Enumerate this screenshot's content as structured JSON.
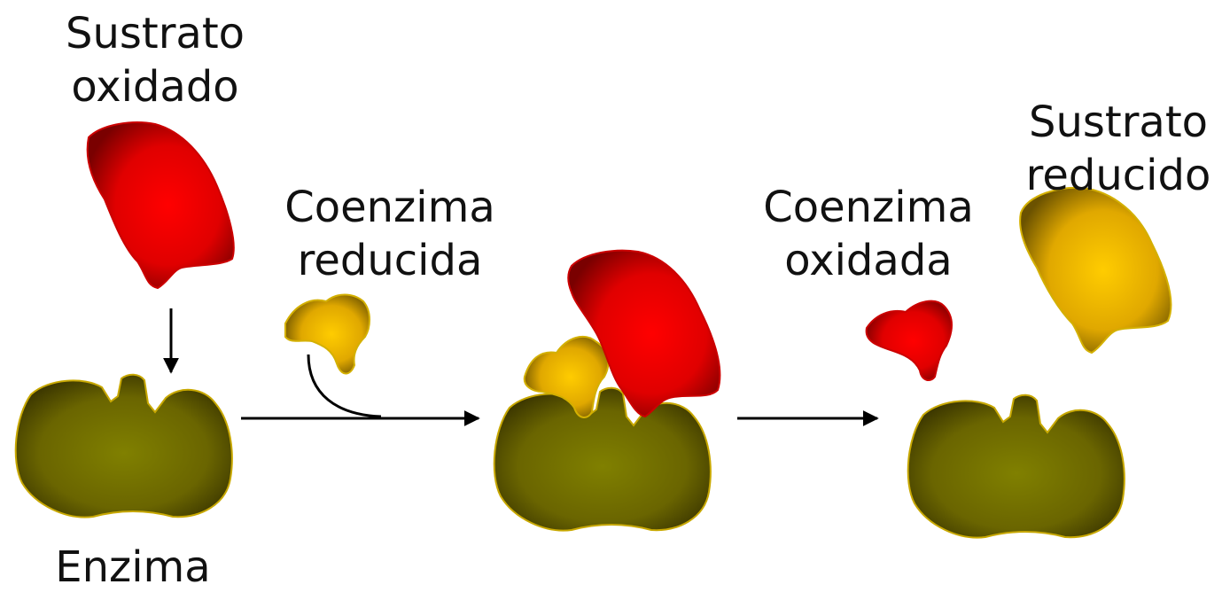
{
  "labels": {
    "sustrato_oxidado": [
      "Sustrato",
      "oxidado"
    ],
    "coenzima_reducida": [
      "Coenzima",
      "reducida"
    ],
    "coenzima_oxidada": [
      "Coenzima",
      "oxidada"
    ],
    "sustrato_reducido": [
      "Sustrato",
      "reducido"
    ],
    "enzima": "Enzima"
  },
  "colors": {
    "enzyme_center": "#808000",
    "enzyme_edge": "#3a3500",
    "red_center": "#ff0000",
    "red_edge": "#7a0000",
    "yellow_center": "#ffcc00",
    "yellow_edge": "#6b5200",
    "arrow": "#000000"
  }
}
